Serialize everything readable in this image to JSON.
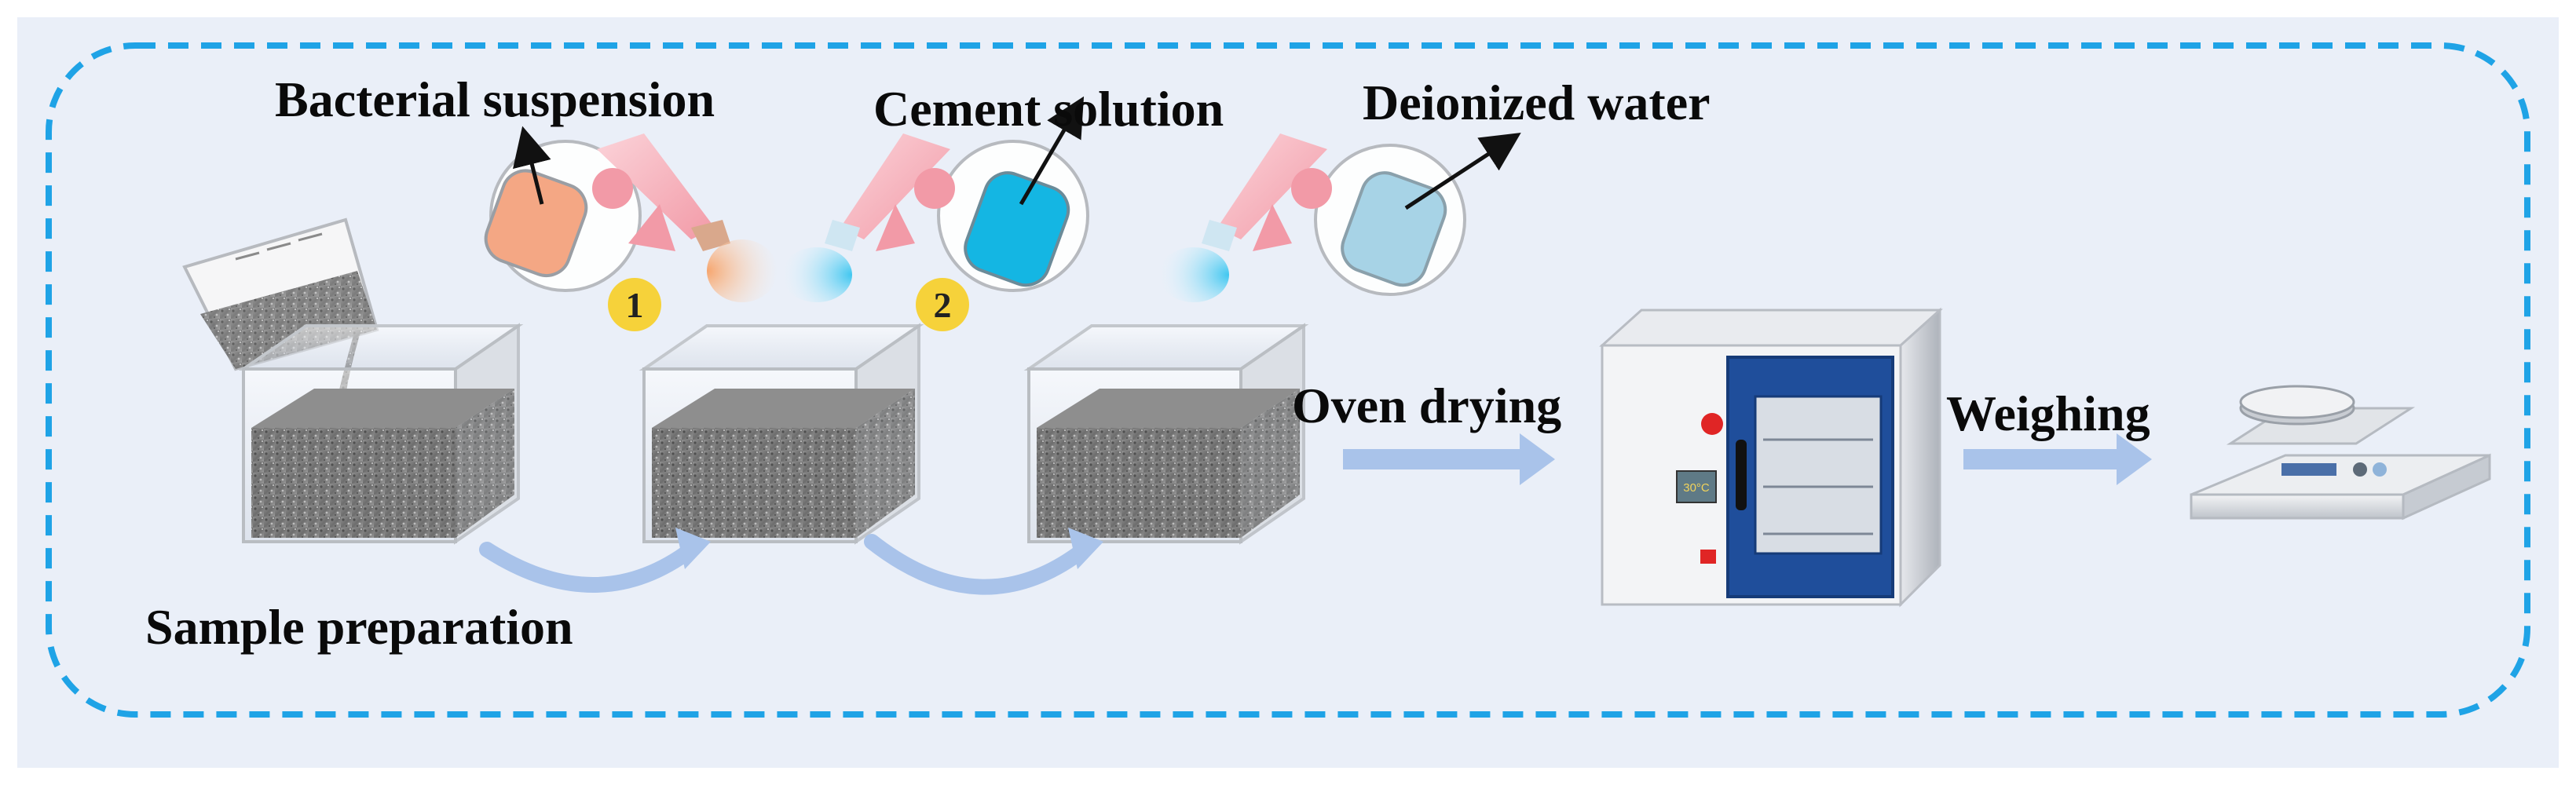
{
  "labels": {
    "bacterial_suspension": "Bacterial suspension",
    "cement_solution": "Cement solution",
    "deionized_water": "Deionized water",
    "oven_drying": "Oven drying",
    "weighing": "Weighing",
    "sample_preparation": "Sample preparation"
  },
  "steps": {
    "step_1": "1",
    "step_2": "2"
  },
  "oven": {
    "display": "30°C"
  },
  "colors": {
    "background": "#eaeff8",
    "dashed_border": "#1fa3e6",
    "flow_arrow": "#a9c3ea",
    "bacterial_liquid": "#f4a784",
    "cement_liquid": "#14b6e3",
    "water_liquid": "#a7d3e6",
    "step_badge": "#f6d23a",
    "oven_door": "#1f4e9b"
  },
  "icons": {
    "beaker": "beaker-icon",
    "sprayer": "spray-bottle-icon",
    "box": "sample-box-icon",
    "oven": "oven-icon",
    "scale": "balance-icon"
  }
}
